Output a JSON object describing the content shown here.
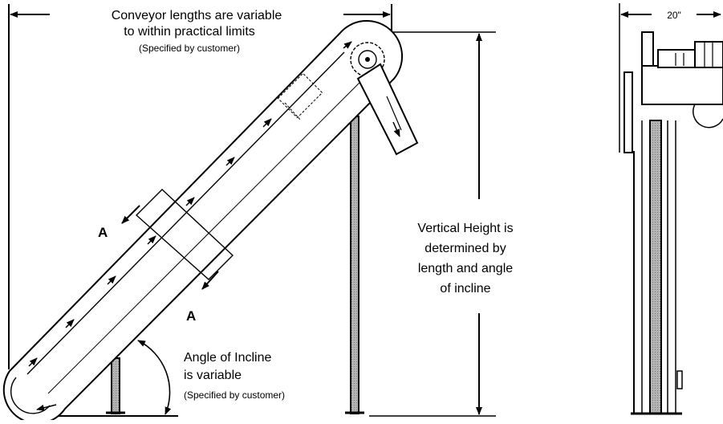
{
  "labels": {
    "length_line1": "Conveyor lengths are variable",
    "length_line2": "to within practical limits",
    "length_note": "(Specified by customer)",
    "height_line1": "Vertical Height is",
    "height_line2": "determined by",
    "height_line3": "length and angle",
    "height_line4": "of incline",
    "angle_line1": "Angle of Incline",
    "angle_line2": "is variable",
    "angle_note": "(Specified by customer)",
    "section_a_upper": "A",
    "section_a_lower": "A",
    "width_dimension": "20\""
  }
}
